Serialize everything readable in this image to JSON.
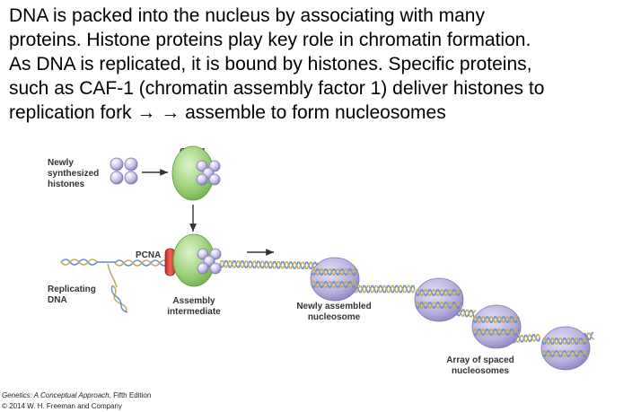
{
  "slide": {
    "lines": [
      "DNA is packed into the nucleus by associating with many",
      "proteins. Histone proteins play key role in chromatin formation.",
      "As DNA is replicated, it is bound by histones. Specific proteins,",
      "such as CAF-1 (chromatin assembly factor 1) deliver histones to",
      "replication fork → → assemble to form nucleosomes"
    ]
  },
  "figure": {
    "labels": {
      "caf1": "CAF-1",
      "new_histones": [
        "Newly",
        "synthesized",
        "histones"
      ],
      "pcna": "PCNA",
      "replicating_dna": [
        "Replicating",
        "DNA"
      ],
      "assembly_intermediate": [
        "Assembly",
        "intermediate"
      ],
      "newly_assembled": [
        "Newly assembled",
        "nucleosome"
      ],
      "array": [
        "Array of spaced",
        "nucleosomes"
      ]
    },
    "colors": {
      "caf1_green": "#9fd37c",
      "histone_lavender": "#c9c3e6",
      "nucleosome_purple": "#b8b0dd",
      "pcna_red": "#e0483f",
      "dna_blue": "#5a8fd0",
      "dna_tan": "#c8a95a"
    }
  },
  "credit": {
    "line1_italic": "Genetics: A Conceptual Approach",
    "line1_rest": ", Fifth Edition",
    "line2": "© 2014 W. H. Freeman and Company"
  }
}
